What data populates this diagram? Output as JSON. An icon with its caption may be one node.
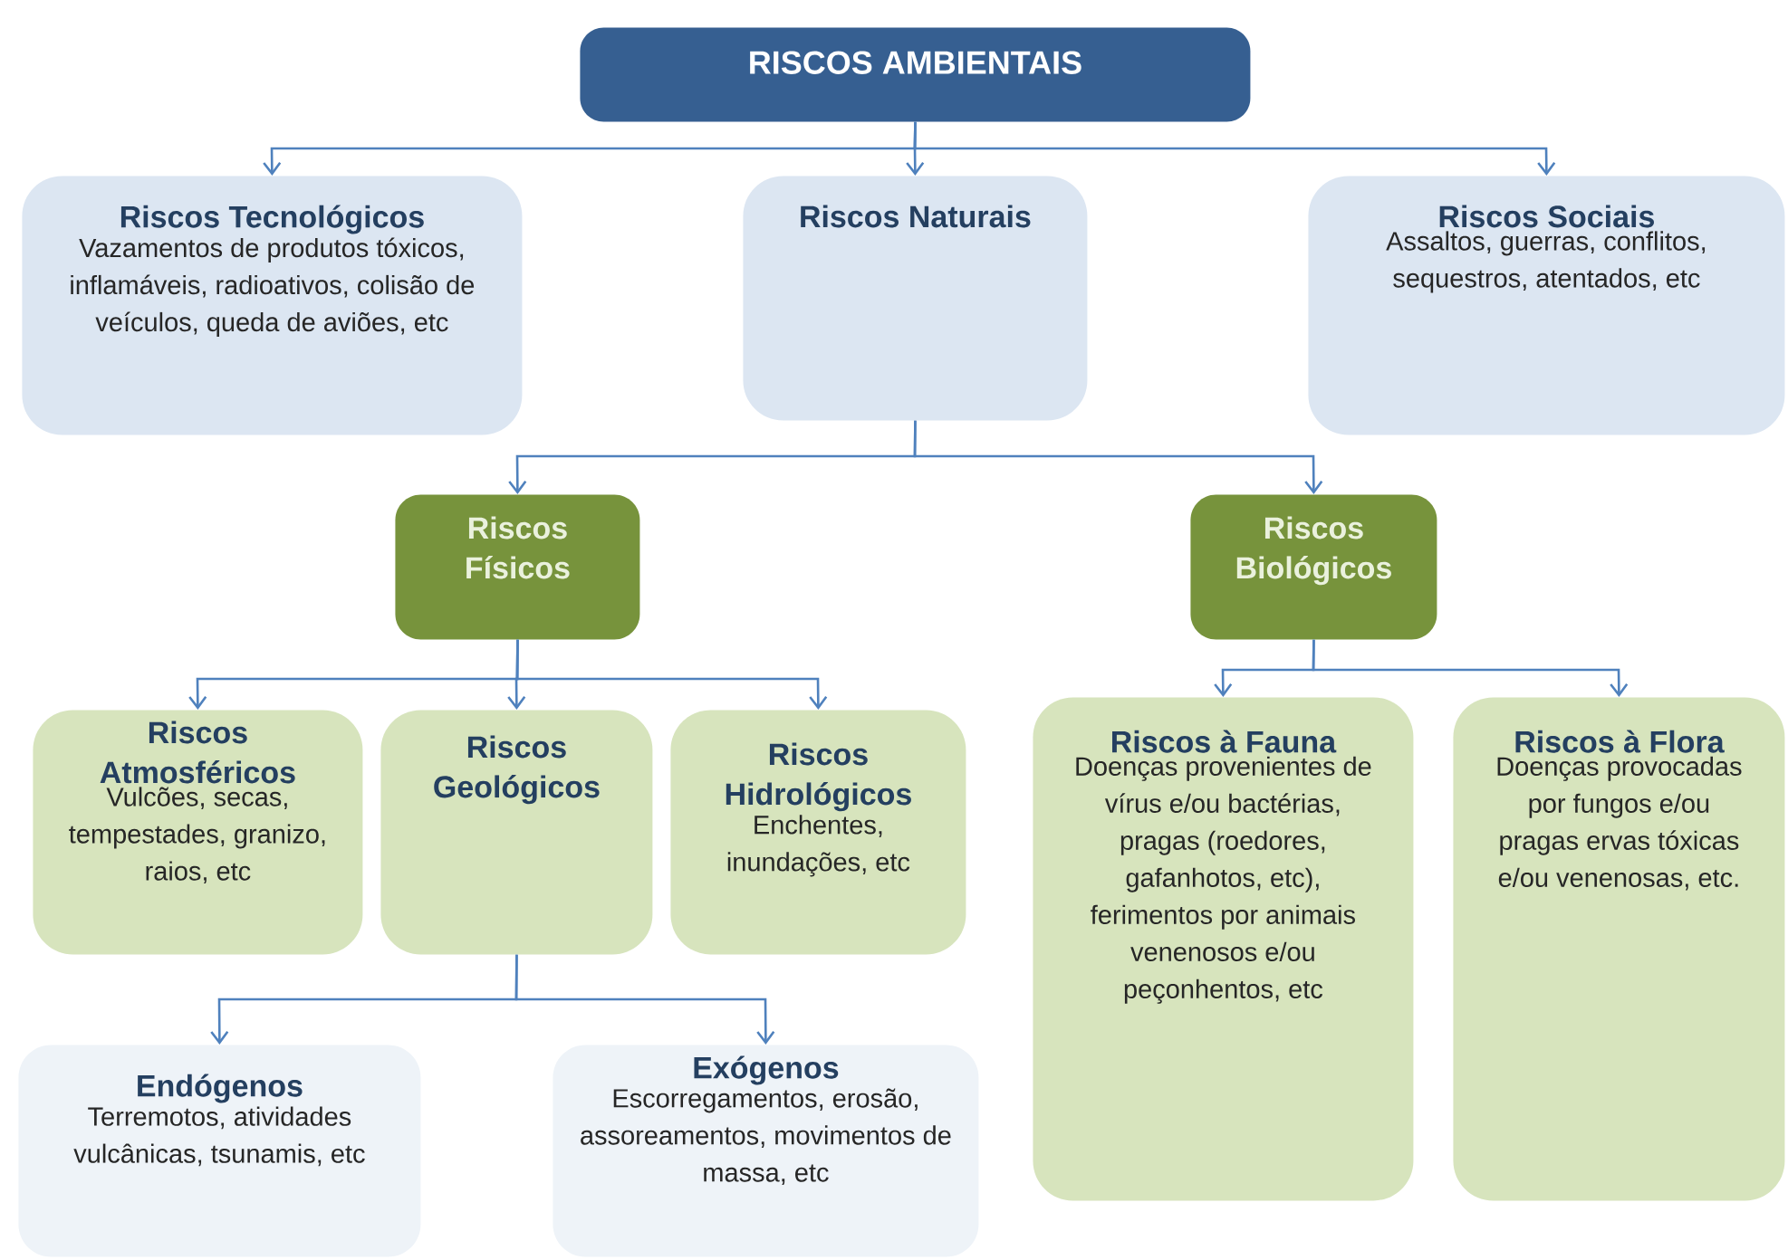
{
  "diagram": {
    "nodes": [
      {
        "text": [
          "RISCOS AMBIENTAIS"
        ]
      },
      {
        "text": [
          "Riscos Tecnológicos",
          "Vazamentos de produtos tóxicos, inflamáveis, radioativos, colisão de veículos, queda de aviões, etc"
        ]
      },
      {
        "text": [
          "Riscos Naturais"
        ]
      },
      {
        "text": [
          "Riscos Sociais",
          "Assaltos, guerras, conflitos, sequestros, atentados, etc"
        ]
      },
      {
        "text": [
          "Riscos Físicos"
        ]
      },
      {
        "text": [
          "Riscos Biológicos"
        ]
      },
      {
        "text": [
          "Riscos Atmosféricos",
          "Vulcões, secas, tempestades, granizo, raios, etc"
        ]
      },
      {
        "text": [
          "Riscos Geológicos"
        ]
      },
      {
        "text": [
          "Riscos Hidrológicos",
          "Enchentes, inundações, etc"
        ]
      },
      {
        "text": [
          "Riscos à Fauna",
          "Doenças provenientes de vírus e/ou bactérias, pragas (roedores, gafanhotos, etc), ferimentos por animais venenosos e/ou peçonhentos, etc"
        ]
      },
      {
        "text": [
          "Riscos à Flora",
          "Doenças provocadas por fungos e/ou pragas ervas tóxicas e/ou venenosas, etc."
        ]
      },
      {
        "text": [
          "Endógenos",
          "Terremotos, atividades vulcânicas, tsunamis, etc"
        ]
      },
      {
        "text": [
          "Exógenos",
          "Escorregamentos, erosão, assoreamentos, movimentos de massa, etc"
        ]
      }
    ],
    "edges": [
      {
        "from": 0,
        "to": 1,
        "arrow": "to"
      },
      {
        "from": 0,
        "to": 2,
        "arrow": "to"
      },
      {
        "from": 0,
        "to": 3,
        "arrow": "to"
      },
      {
        "from": 2,
        "to": 4,
        "arrow": "to"
      },
      {
        "from": 2,
        "to": 5,
        "arrow": "to"
      },
      {
        "from": 4,
        "to": 6,
        "arrow": "to"
      },
      {
        "from": 4,
        "to": 7,
        "arrow": "to"
      },
      {
        "from": 4,
        "to": 8,
        "arrow": "to"
      },
      {
        "from": 5,
        "to": 9,
        "arrow": "to"
      },
      {
        "from": 5,
        "to": 10,
        "arrow": "to"
      },
      {
        "from": 7,
        "to": 11,
        "arrow": "to"
      },
      {
        "from": 7,
        "to": 12,
        "arrow": "to"
      }
    ]
  }
}
